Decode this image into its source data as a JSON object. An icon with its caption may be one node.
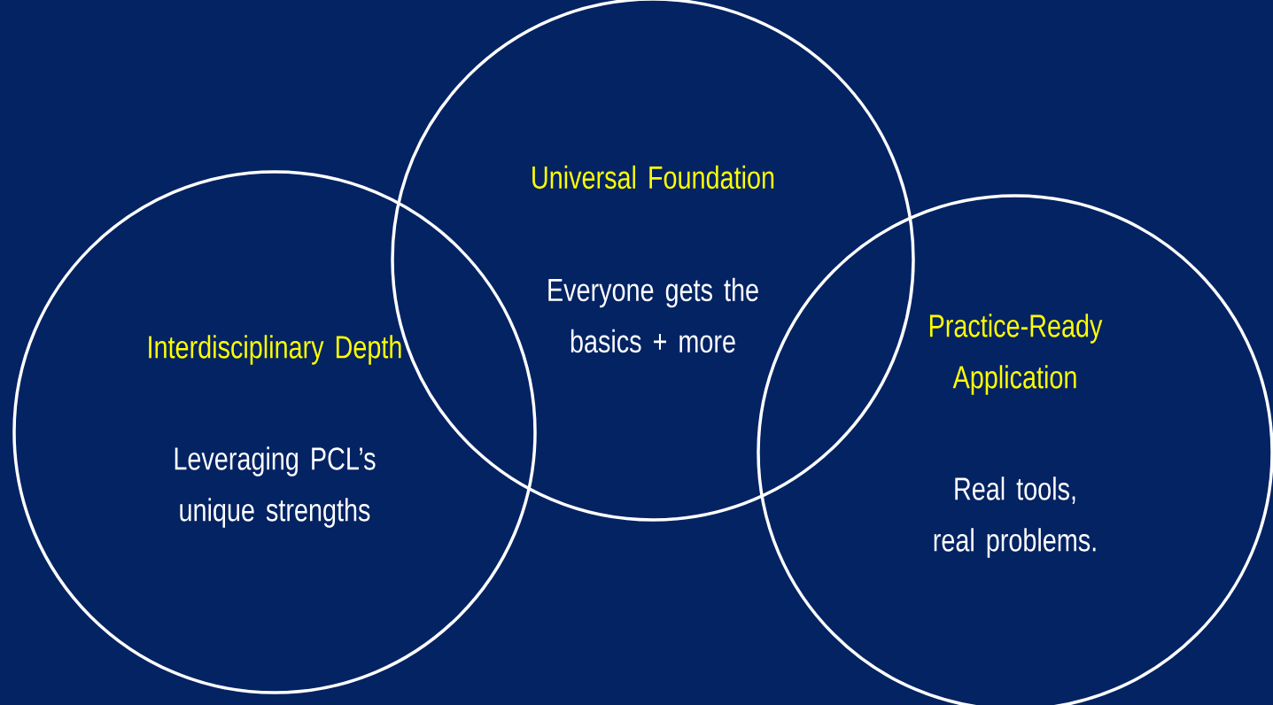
{
  "diagram": {
    "nodes": [
      {
        "text": [
          "Interdisciplinary Depth",
          "Leveraging PCL’s unique strengths"
        ]
      },
      {
        "text": [
          "Universal Foundation",
          "Everyone gets the basics + more"
        ]
      },
      {
        "text": [
          "Practice-Ready Application",
          "Real tools, real problems."
        ]
      }
    ]
  }
}
